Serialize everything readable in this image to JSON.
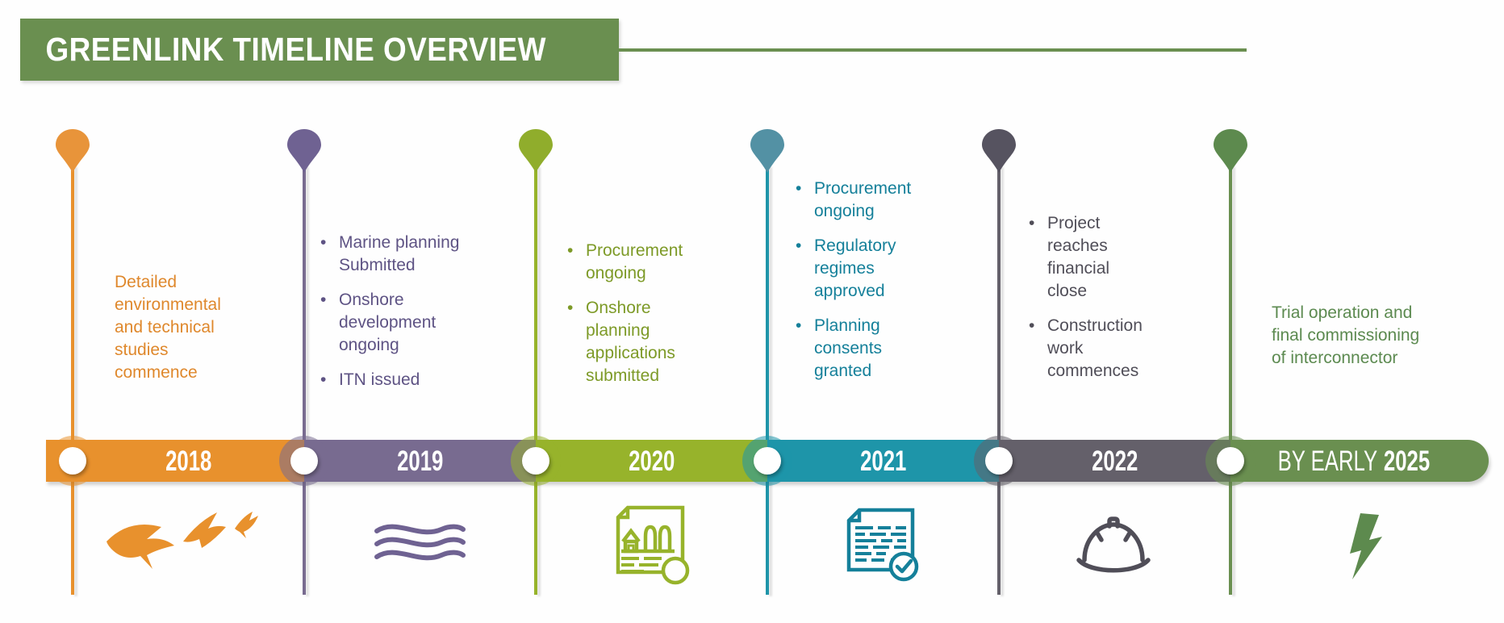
{
  "title": "GREENLINK TIMELINE OVERVIEW",
  "theme": {
    "header_bg": "#6a8f50",
    "rule_color": "#6a8f50",
    "page_bg": "#fefefe",
    "bar_label_color": "#ffffff"
  },
  "milestones": [
    {
      "year": "2018",
      "bar_color": "#e8912d",
      "pin_color": "#e8943a",
      "text_color": "#df882c",
      "icon": "birds-icon",
      "description": "Detailed environmental and technical studies commence"
    },
    {
      "year": "2019",
      "bar_color": "#786b90",
      "pin_color": "#6f6292",
      "text_color": "#5e5384",
      "icon": "waves-icon",
      "bullets": [
        "Marine planning Submitted",
        "Onshore development ongoing",
        "ITN issued"
      ]
    },
    {
      "year": "2020",
      "bar_color": "#97b32b",
      "pin_color": "#90ad2c",
      "text_color": "#7d9a27",
      "icon": "planning-document-icon",
      "bullets": [
        "Procurement ongoing",
        "Onshore planning applications submitted"
      ]
    },
    {
      "year": "2021",
      "bar_color": "#1e95a9",
      "pin_color": "#5391a4",
      "text_color": "#15809a",
      "icon": "approved-document-icon",
      "bullets": [
        "Procurement ongoing",
        "Regulatory regimes approved",
        "Planning consents granted"
      ]
    },
    {
      "year": "2022",
      "bar_color": "#64606a",
      "pin_color": "#565360",
      "text_color": "#504e58",
      "icon": "hard-hat-icon",
      "bullets": [
        "Project reaches financial close",
        "Construction work commences"
      ]
    },
    {
      "year": "2025",
      "year_prefix": "BY EARLY",
      "bar_color": "#6a8f50",
      "pin_color": "#5d8a4e",
      "text_color": "#5c8a50",
      "icon": "lightning-icon",
      "description": "Trial operation and final commissioning of interconnector"
    }
  ]
}
